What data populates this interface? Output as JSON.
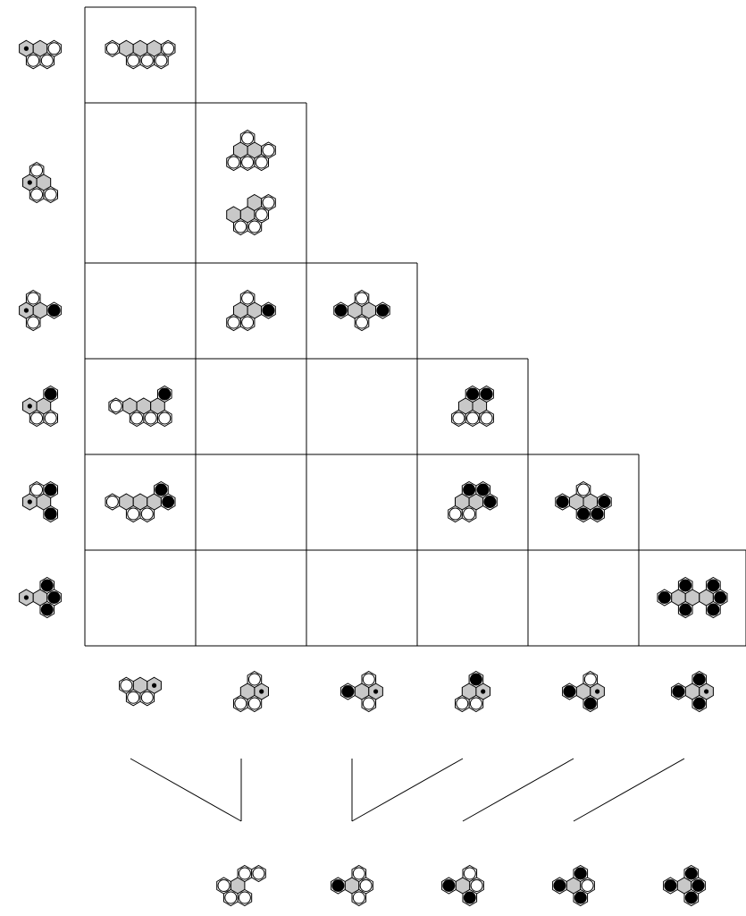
{
  "title": "",
  "legend": {
    "hex_fill": "#c8c8c8",
    "open_circle": "white",
    "filled_circle": "black",
    "marker": "dot"
  },
  "row_headers": [
    {
      "id": "r1",
      "cells": [
        [
          "g",
          0,
          0,
          "dot"
        ],
        [
          "g",
          1,
          0,
          ""
        ],
        [
          "w",
          0,
          1,
          ""
        ],
        [
          "w",
          1,
          1,
          ""
        ],
        [
          "w",
          2,
          0,
          ""
        ]
      ]
    },
    {
      "id": "r2",
      "cells": [
        [
          "g",
          0,
          0,
          "dot"
        ],
        [
          "w",
          0,
          -1,
          ""
        ],
        [
          "g",
          1,
          0,
          ""
        ],
        [
          "w",
          0,
          1,
          ""
        ],
        [
          "w",
          1,
          1,
          ""
        ]
      ]
    },
    {
      "id": "r3",
      "cells": [
        [
          "g",
          0,
          0,
          "dot"
        ],
        [
          "w",
          0,
          -1,
          ""
        ],
        [
          "g",
          1,
          0,
          ""
        ],
        [
          "b",
          2,
          0,
          ""
        ],
        [
          "w",
          0,
          1,
          ""
        ]
      ]
    },
    {
      "id": "r4",
      "cells": [
        [
          "g",
          0,
          0,
          "dot"
        ],
        [
          "g",
          1,
          0,
          ""
        ],
        [
          "b",
          1,
          -1,
          ""
        ],
        [
          "w",
          0,
          1,
          ""
        ],
        [
          "w",
          1,
          1,
          ""
        ]
      ]
    },
    {
      "id": "r5",
      "cells": [
        [
          "g",
          0,
          0,
          "dot"
        ],
        [
          "w",
          0,
          -1,
          ""
        ],
        [
          "g",
          1,
          0,
          ""
        ],
        [
          "b",
          1,
          -1,
          ""
        ],
        [
          "b",
          1,
          1,
          ""
        ]
      ]
    },
    {
      "id": "r6",
      "cells": [
        [
          "g",
          0,
          0,
          "dot"
        ],
        [
          "g",
          1,
          0,
          ""
        ],
        [
          "b",
          1,
          -1,
          ""
        ],
        [
          "b",
          2,
          0,
          ""
        ],
        [
          "b",
          1,
          1,
          ""
        ]
      ]
    }
  ],
  "col_headers": [
    {
      "id": "c1",
      "cells": [
        [
          "g",
          0,
          0,
          ""
        ],
        [
          "g",
          1,
          0,
          "dot"
        ],
        [
          "w",
          -1,
          0,
          ""
        ],
        [
          "w",
          0,
          1,
          ""
        ],
        [
          "w",
          -1,
          1,
          ""
        ]
      ]
    },
    {
      "id": "c2",
      "cells": [
        [
          "g",
          0,
          0,
          ""
        ],
        [
          "g",
          1,
          0,
          "dot"
        ],
        [
          "w",
          0,
          -1,
          ""
        ],
        [
          "w",
          0,
          1,
          ""
        ],
        [
          "w",
          -1,
          1,
          ""
        ]
      ]
    },
    {
      "id": "c3",
      "cells": [
        [
          "g",
          0,
          0,
          ""
        ],
        [
          "g",
          1,
          0,
          "dot"
        ],
        [
          "w",
          0,
          -1,
          ""
        ],
        [
          "b",
          -1,
          0,
          ""
        ],
        [
          "w",
          0,
          1,
          ""
        ]
      ]
    },
    {
      "id": "c4",
      "cells": [
        [
          "g",
          0,
          0,
          ""
        ],
        [
          "g",
          1,
          0,
          "dot"
        ],
        [
          "b",
          0,
          -1,
          ""
        ],
        [
          "w",
          0,
          1,
          ""
        ],
        [
          "w",
          -1,
          1,
          ""
        ]
      ]
    },
    {
      "id": "c5",
      "cells": [
        [
          "g",
          0,
          0,
          ""
        ],
        [
          "g",
          1,
          0,
          "dot"
        ],
        [
          "w",
          0,
          -1,
          ""
        ],
        [
          "b",
          -1,
          0,
          ""
        ],
        [
          "b",
          0,
          1,
          ""
        ]
      ]
    },
    {
      "id": "c6",
      "cells": [
        [
          "g",
          0,
          0,
          ""
        ],
        [
          "g",
          1,
          0,
          "dot"
        ],
        [
          "b",
          0,
          -1,
          ""
        ],
        [
          "b",
          -1,
          0,
          ""
        ],
        [
          "b",
          0,
          1,
          ""
        ]
      ]
    }
  ],
  "table_cells": [
    {
      "row": 1,
      "col": 1,
      "shapes": [
        [
          [
            "g",
            0,
            0,
            ""
          ],
          [
            "g",
            1,
            0,
            ""
          ],
          [
            "g",
            2,
            0,
            ""
          ],
          [
            "w",
            -1,
            0,
            ""
          ],
          [
            "w",
            3,
            0,
            ""
          ],
          [
            "w",
            0,
            1,
            ""
          ],
          [
            "w",
            1,
            1,
            ""
          ],
          [
            "w",
            2,
            1,
            ""
          ]
        ]
      ]
    },
    {
      "row": 2,
      "col": 2,
      "shapes": [
        [
          [
            "g",
            0,
            0,
            ""
          ],
          [
            "g",
            1,
            0,
            ""
          ],
          [
            "w",
            0,
            -1,
            ""
          ],
          [
            "w",
            0,
            1,
            ""
          ],
          [
            "w",
            1,
            1,
            ""
          ],
          [
            "w",
            -1,
            1,
            ""
          ],
          [
            "w",
            2,
            0,
            ""
          ]
        ],
        [
          [
            "g",
            0,
            0,
            ""
          ],
          [
            "g",
            1,
            0,
            ""
          ],
          [
            "g",
            1,
            -1,
            ""
          ],
          [
            "w",
            2,
            -1,
            ""
          ],
          [
            "w",
            2,
            0,
            ""
          ],
          [
            "w",
            0,
            1,
            ""
          ],
          [
            "w",
            1,
            1,
            ""
          ]
        ]
      ]
    },
    {
      "row": 3,
      "col": 2,
      "shapes": [
        [
          [
            "g",
            0,
            0,
            ""
          ],
          [
            "g",
            1,
            0,
            ""
          ],
          [
            "w",
            0,
            -1,
            ""
          ],
          [
            "b",
            2,
            0,
            ""
          ],
          [
            "w",
            0,
            1,
            ""
          ],
          [
            "w",
            -1,
            1,
            ""
          ]
        ]
      ]
    },
    {
      "row": 3,
      "col": 3,
      "shapes": [
        [
          [
            "g",
            0,
            0,
            ""
          ],
          [
            "g",
            1,
            0,
            ""
          ],
          [
            "w",
            0,
            -1,
            ""
          ],
          [
            "b",
            -1,
            0,
            ""
          ],
          [
            "b",
            2,
            0,
            ""
          ],
          [
            "w",
            0,
            1,
            ""
          ]
        ]
      ]
    },
    {
      "row": 4,
      "col": 1,
      "shapes": [
        [
          [
            "g",
            0,
            0,
            ""
          ],
          [
            "g",
            1,
            0,
            ""
          ],
          [
            "g",
            2,
            0,
            ""
          ],
          [
            "b",
            2,
            -1,
            ""
          ],
          [
            "w",
            -1,
            0,
            ""
          ],
          [
            "w",
            0,
            1,
            ""
          ],
          [
            "w",
            1,
            1,
            ""
          ],
          [
            "w",
            2,
            1,
            ""
          ]
        ]
      ]
    },
    {
      "row": 4,
      "col": 4,
      "shapes": [
        [
          [
            "g",
            0,
            0,
            ""
          ],
          [
            "g",
            1,
            0,
            ""
          ],
          [
            "b",
            0,
            -1,
            ""
          ],
          [
            "b",
            1,
            -1,
            ""
          ],
          [
            "w",
            -1,
            1,
            ""
          ],
          [
            "w",
            0,
            1,
            ""
          ],
          [
            "w",
            1,
            1,
            ""
          ]
        ]
      ]
    },
    {
      "row": 5,
      "col": 1,
      "shapes": [
        [
          [
            "g",
            0,
            0,
            ""
          ],
          [
            "g",
            1,
            0,
            ""
          ],
          [
            "g",
            2,
            0,
            ""
          ],
          [
            "w",
            -1,
            0,
            ""
          ],
          [
            "w",
            0,
            1,
            ""
          ],
          [
            "w",
            1,
            1,
            ""
          ],
          [
            "b",
            2,
            -1,
            ""
          ],
          [
            "b",
            3,
            0,
            ""
          ]
        ]
      ]
    },
    {
      "row": 5,
      "col": 4,
      "shapes": [
        [
          [
            "g",
            0,
            0,
            ""
          ],
          [
            "g",
            1,
            0,
            ""
          ],
          [
            "b",
            0,
            -1,
            ""
          ],
          [
            "b",
            1,
            -1,
            ""
          ],
          [
            "b",
            2,
            0,
            ""
          ],
          [
            "w",
            -1,
            1,
            ""
          ],
          [
            "w",
            0,
            1,
            ""
          ]
        ]
      ]
    },
    {
      "row": 5,
      "col": 5,
      "shapes": [
        [
          [
            "g",
            0,
            0,
            ""
          ],
          [
            "g",
            1,
            0,
            ""
          ],
          [
            "w",
            0,
            -1,
            ""
          ],
          [
            "b",
            -1,
            0,
            ""
          ],
          [
            "b",
            0,
            1,
            ""
          ],
          [
            "b",
            2,
            0,
            ""
          ],
          [
            "b",
            1,
            1,
            ""
          ]
        ]
      ]
    },
    {
      "row": 6,
      "col": 6,
      "shapes": [
        [
          [
            "g",
            0,
            0,
            ""
          ],
          [
            "g",
            1,
            0,
            ""
          ],
          [
            "g",
            2,
            0,
            ""
          ],
          [
            "b",
            0,
            -1,
            ""
          ],
          [
            "b",
            2,
            -1,
            ""
          ],
          [
            "b",
            -1,
            0,
            ""
          ],
          [
            "b",
            3,
            0,
            ""
          ],
          [
            "b",
            0,
            1,
            ""
          ],
          [
            "b",
            2,
            1,
            ""
          ]
        ]
      ]
    }
  ],
  "bottom_results": [
    {
      "id": "b1",
      "cells": [
        [
          "g",
          0,
          0,
          ""
        ],
        [
          "w",
          -1,
          0,
          ""
        ],
        [
          "w",
          0,
          -1,
          ""
        ],
        [
          "w",
          1,
          -1,
          ""
        ],
        [
          "w",
          0,
          1,
          ""
        ],
        [
          "w",
          -1,
          1,
          ""
        ]
      ]
    },
    {
      "id": "b2",
      "cells": [
        [
          "g",
          0,
          0,
          ""
        ],
        [
          "w",
          0,
          -1,
          ""
        ],
        [
          "b",
          -1,
          0,
          ""
        ],
        [
          "w",
          1,
          0,
          ""
        ],
        [
          "w",
          0,
          1,
          ""
        ]
      ]
    },
    {
      "id": "b3",
      "cells": [
        [
          "g",
          0,
          0,
          ""
        ],
        [
          "w",
          0,
          -1,
          ""
        ],
        [
          "b",
          -1,
          0,
          ""
        ],
        [
          "w",
          1,
          0,
          ""
        ],
        [
          "b",
          0,
          1,
          ""
        ]
      ]
    },
    {
      "id": "b4",
      "cells": [
        [
          "g",
          0,
          0,
          ""
        ],
        [
          "b",
          0,
          -1,
          ""
        ],
        [
          "b",
          -1,
          0,
          ""
        ],
        [
          "w",
          1,
          0,
          ""
        ],
        [
          "b",
          0,
          1,
          ""
        ]
      ]
    },
    {
      "id": "b5",
      "cells": [
        [
          "g",
          0,
          0,
          ""
        ],
        [
          "b",
          0,
          -1,
          ""
        ],
        [
          "b",
          -1,
          0,
          ""
        ],
        [
          "b",
          1,
          0,
          ""
        ],
        [
          "b",
          0,
          1,
          ""
        ]
      ]
    }
  ]
}
